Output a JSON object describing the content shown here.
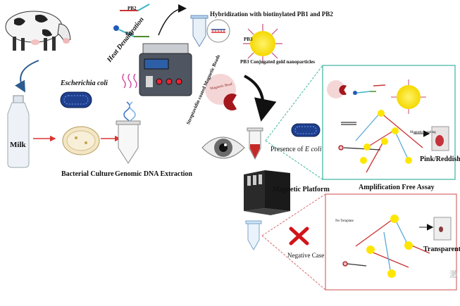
{
  "source": {
    "ecoli": "Escherichia coli",
    "milk": "Milk",
    "bacterial_culture": "Bacterial Culture",
    "dna_extraction": "Genomic DNA Extraction",
    "heat": "Heat Denaturation"
  },
  "probes": {
    "pb2": "PB2",
    "pb1": "PB1",
    "pb3": "PB3",
    "hybridization": "Hybridization with biotinylated PB1 and PB2",
    "gold": "PB3 Conjugated gold nanoparticles",
    "beads": "Streptavidin coated Magnetic Beads",
    "bead_label": "Magnetic Bead"
  },
  "detection": {
    "presence": "Presence of",
    "presence_species": "E coli",
    "platform": "Magnetic Platform",
    "assay": "Amplification Free Assay",
    "negative": "Negative Case",
    "pink": "Pink/Reddish",
    "transparent": "Transparent",
    "magnetic_washing": "Magnetic washing",
    "no_template": "No Template"
  },
  "watermark": "激"
}
